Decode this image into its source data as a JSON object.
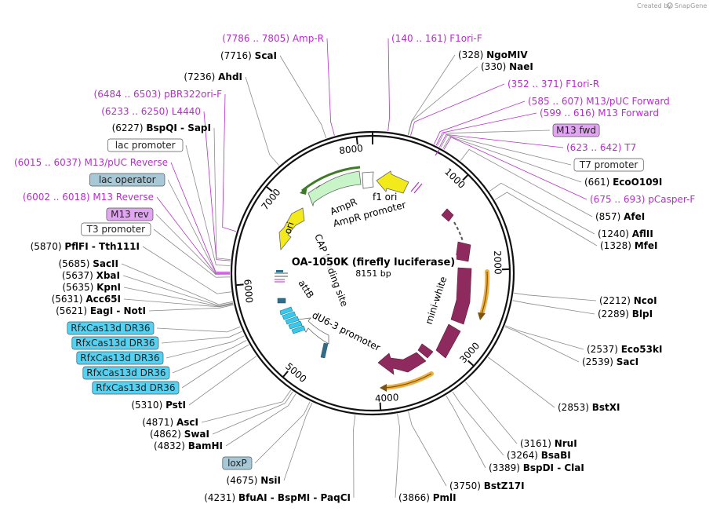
{
  "credit": {
    "prefix": "Created by",
    "brand": "SnapGene"
  },
  "plasmid": {
    "name": "OA-1050K (firefly luciferase)",
    "size": "8151 bp"
  },
  "ticks": [
    "1000",
    "2000",
    "3000",
    "4000",
    "5000",
    "6000",
    "7000",
    "8000"
  ],
  "colors": {
    "primer": "#b62ecb",
    "luciferase": "#8e2a5d",
    "ampr": "#c8f5c8",
    "ori": "#f2ea1a",
    "orf": "#f0b040",
    "dr36": "#37c9ee",
    "attB": "#2f6e8a",
    "callout_cyan": "#55d2f2",
    "callout_lilac": "#e2a5f2",
    "callout_grey": "#a7c8d6"
  },
  "callouts": [
    {
      "num": "(7786 .. 7805)",
      "name": "Amp-R",
      "kind": "primer"
    },
    {
      "num": "(7716)",
      "name": "ScaI",
      "kind": "site"
    },
    {
      "num": "(7236)",
      "name": "AhdI",
      "kind": "site"
    },
    {
      "num": "(6484 .. 6503)",
      "name": "pBR322ori-F",
      "kind": "primer"
    },
    {
      "num": "(6233 .. 6250)",
      "name": "L4440",
      "kind": "primer"
    },
    {
      "num": "(6227)",
      "name": "BspQI - SapI",
      "kind": "site"
    },
    {
      "name": "lac promoter",
      "kind": "box"
    },
    {
      "num": "(6015 .. 6037)",
      "name": "M13/pUC Reverse",
      "kind": "primer"
    },
    {
      "name": "lac operator",
      "kind": "grey"
    },
    {
      "num": "(6002 .. 6018)",
      "name": "M13 Reverse",
      "kind": "primer"
    },
    {
      "name": "M13 rev",
      "kind": "lilac"
    },
    {
      "name": "T3 promoter",
      "kind": "box"
    },
    {
      "num": "(5870)",
      "name": "PflFI - Tth111I",
      "kind": "site"
    },
    {
      "num": "(5685)",
      "name": "SacII",
      "kind": "site"
    },
    {
      "num": "(5637)",
      "name": "XbaI",
      "kind": "site"
    },
    {
      "num": "(5635)",
      "name": "KpnI",
      "kind": "site"
    },
    {
      "num": "(5631)",
      "name": "Acc65I",
      "kind": "site"
    },
    {
      "num": "(5621)",
      "name": "EagI - NotI",
      "kind": "site"
    },
    {
      "name": "RfxCas13d DR36",
      "kind": "cyan"
    },
    {
      "name": "RfxCas13d DR36",
      "kind": "cyan"
    },
    {
      "name": "RfxCas13d DR36",
      "kind": "cyan"
    },
    {
      "name": "RfxCas13d DR36",
      "kind": "cyan"
    },
    {
      "name": "RfxCas13d DR36",
      "kind": "cyan"
    },
    {
      "num": "(5310)",
      "name": "PstI",
      "kind": "site"
    },
    {
      "num": "(4871)",
      "name": "AscI",
      "kind": "site"
    },
    {
      "num": "(4862)",
      "name": "SwaI",
      "kind": "site"
    },
    {
      "num": "(4832)",
      "name": "BamHI",
      "kind": "site"
    },
    {
      "name": "loxP",
      "kind": "grey"
    },
    {
      "num": "(4675)",
      "name": "NsiI",
      "kind": "site"
    },
    {
      "num": "(4231)",
      "name": "BfuAI - BspMI - PaqCI",
      "kind": "site"
    },
    {
      "num": "(3866)",
      "name": "PmlI",
      "kind": "site"
    },
    {
      "num": "(3750)",
      "name": "BstZ17I",
      "kind": "site"
    },
    {
      "num": "(3389)",
      "name": "BspDI - ClaI",
      "kind": "site"
    },
    {
      "num": "(3264)",
      "name": "BsaBI",
      "kind": "site"
    },
    {
      "num": "(3161)",
      "name": "NruI",
      "kind": "site"
    },
    {
      "num": "(2853)",
      "name": "BstXI",
      "kind": "site"
    },
    {
      "num": "(2539)",
      "name": "SacI",
      "kind": "site"
    },
    {
      "num": "(2537)",
      "name": "Eco53kI",
      "kind": "site"
    },
    {
      "num": "(2289)",
      "name": "BlpI",
      "kind": "site"
    },
    {
      "num": "(2212)",
      "name": "NcoI",
      "kind": "site"
    },
    {
      "num": "(1328)",
      "name": "MfeI",
      "kind": "site"
    },
    {
      "num": "(1240)",
      "name": "AflII",
      "kind": "site"
    },
    {
      "num": "(857)",
      "name": "AfeI",
      "kind": "site"
    },
    {
      "num": "(675 .. 693)",
      "name": "pCasper-F",
      "kind": "primer"
    },
    {
      "num": "(661)",
      "name": "EcoO109I",
      "kind": "site"
    },
    {
      "name": "T7 promoter",
      "kind": "box"
    },
    {
      "num": "(623 .. 642)",
      "name": "T7",
      "kind": "primer"
    },
    {
      "name": "M13 fwd",
      "kind": "lilac"
    },
    {
      "num": "(599 .. 616)",
      "name": "M13 Forward",
      "kind": "primer"
    },
    {
      "num": "(585 .. 607)",
      "name": "M13/pUC Forward",
      "kind": "primer"
    },
    {
      "num": "(352 .. 371)",
      "name": "F1ori-R",
      "kind": "primer"
    },
    {
      "num": "(330)",
      "name": "NaeI",
      "kind": "site"
    },
    {
      "num": "(328)",
      "name": "NgoMIV",
      "kind": "site"
    },
    {
      "num": "(140 .. 161)",
      "name": "F1ori-F",
      "kind": "primer"
    }
  ],
  "features": [
    {
      "name": "f1 ori"
    },
    {
      "name": "AmpR"
    },
    {
      "name": "AmpR promoter"
    },
    {
      "name": "ori"
    },
    {
      "name": "mini-white"
    },
    {
      "name": "CAP binding site"
    },
    {
      "name": "attB"
    },
    {
      "name": "dU6-3 promoter"
    }
  ]
}
